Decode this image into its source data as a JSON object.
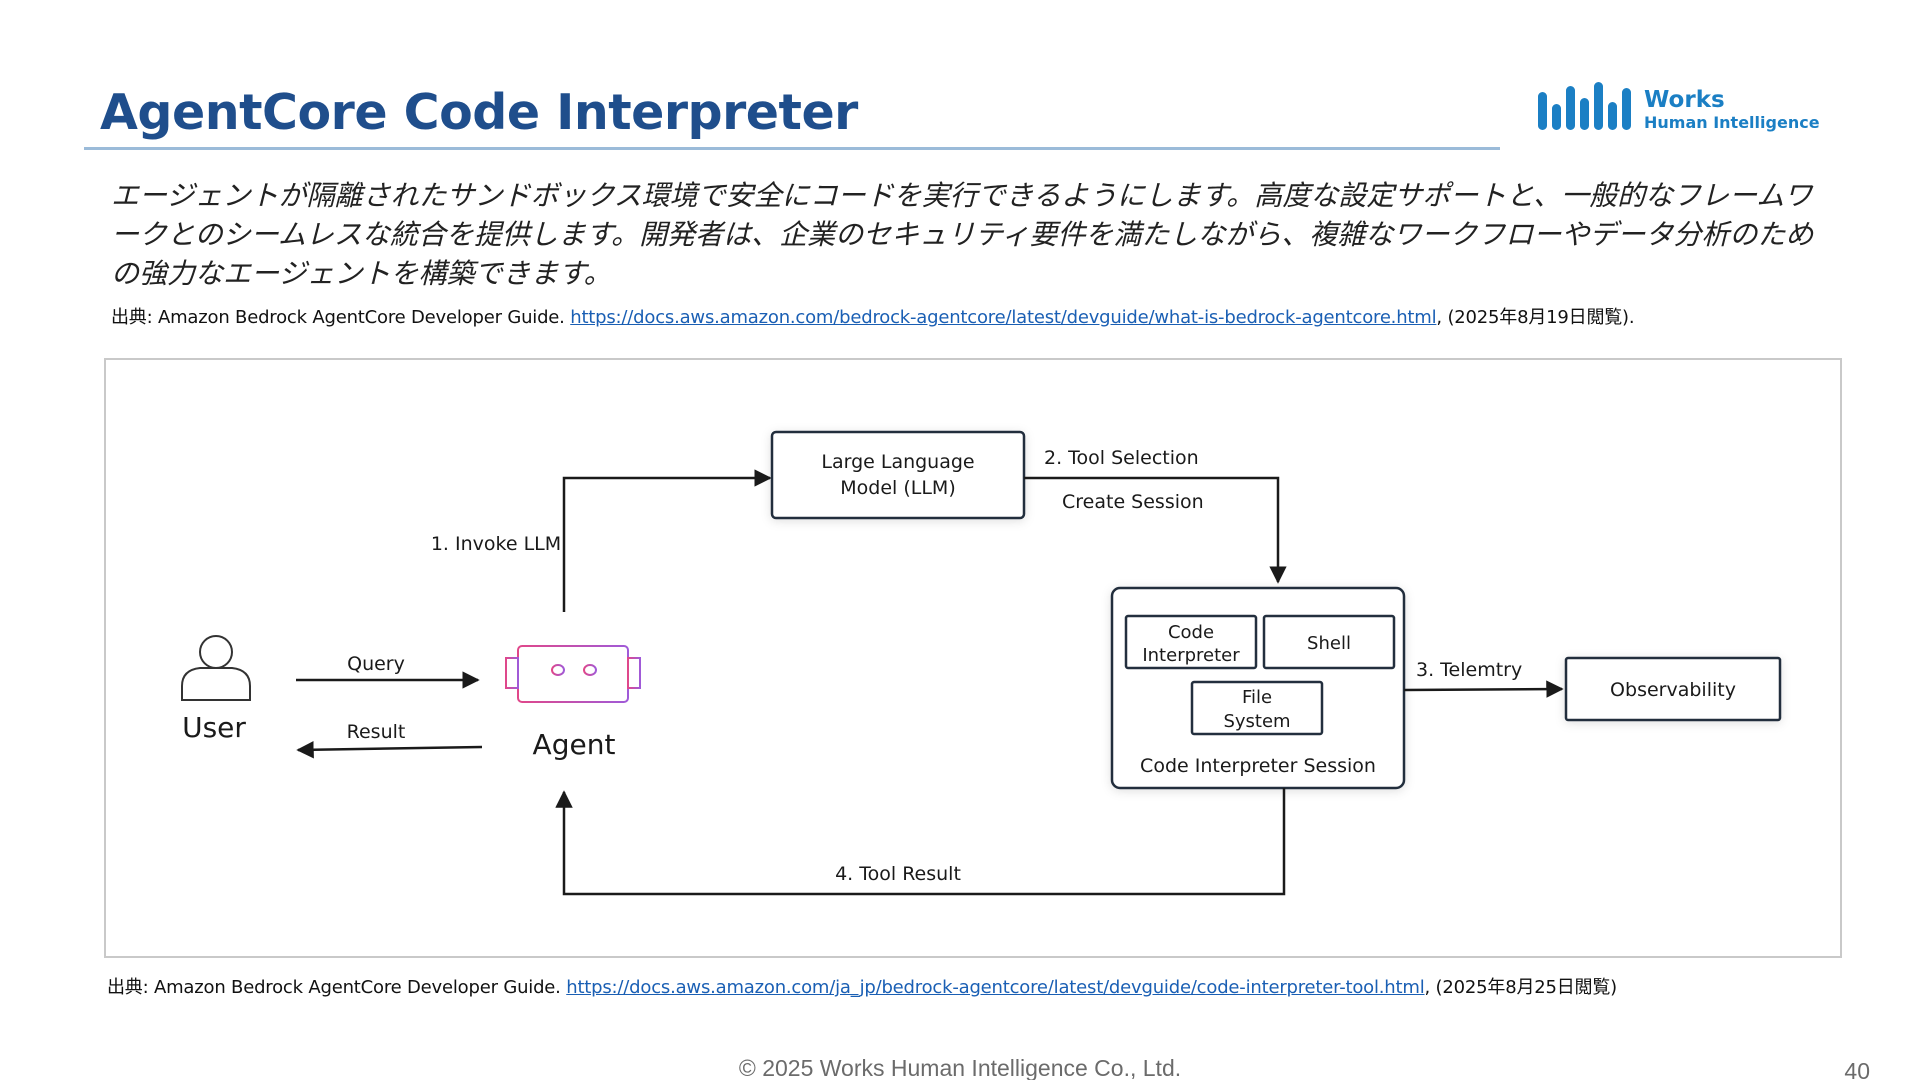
{
  "slide": {
    "title": "AgentCore Code Interpreter",
    "intro": "エージェントが隔離されたサンドボックス環境で安全にコードを実行できるようにします。高度な設定サポートと、一般的なフレームワークとのシームレスな統合を提供します。開発者は、企業のセキュリティ要件を満たしながら、複雑なワークフローやデータ分析のための強力なエージェントを構築できます。",
    "source_top": {
      "prefix": "出典: Amazon Bedrock AgentCore Developer Guide.",
      "url": "https://docs.aws.amazon.com/bedrock-agentcore/latest/devguide/what-is-bedrock-agentcore.html",
      "suffix": ", (2025年8月19日閲覧)."
    },
    "source_bottom": {
      "prefix": "出典: Amazon Bedrock AgentCore Developer Guide.",
      "url": "https://docs.aws.amazon.com/ja_jp/bedrock-agentcore/latest/devguide/code-interpreter-tool.html",
      "suffix": ", (2025年8月25日閲覧)"
    },
    "footer": "© 2025 Works Human Intelligence Co., Ltd.",
    "page_number": "40"
  },
  "logo": {
    "line1": "Works",
    "line2": "Human Intelligence",
    "color": "#1b7fc4"
  },
  "diagram": {
    "nodes": {
      "user": "User",
      "agent": "Agent",
      "llm_line1": "Large Language",
      "llm_line2": "Model (LLM)",
      "code_interpreter_line1": "Code",
      "code_interpreter_line2": "Interpreter",
      "shell": "Shell",
      "file_system_line1": "File",
      "file_system_line2": "System",
      "session": "Code Interpreter Session",
      "observability": "Observability"
    },
    "edges": {
      "query": "Query",
      "result": "Result",
      "invoke_llm": "1. Invoke LLM",
      "tool_selection": "2. Tool Selection",
      "create_session": "Create Session",
      "telemetry": "3. Telemtry",
      "tool_result": "4. Tool Result"
    },
    "colors": {
      "box_border": "#232f3e",
      "agent_gradient_start": "#e0478a",
      "agent_gradient_end": "#a05ad8"
    }
  }
}
